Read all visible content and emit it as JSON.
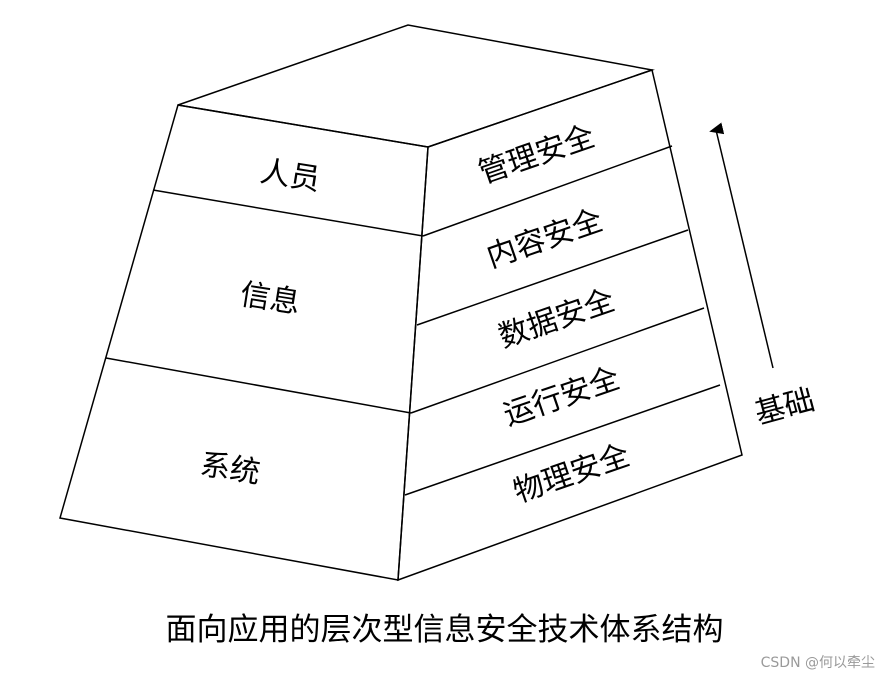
{
  "diagram": {
    "left_face_layers": [
      "人员",
      "信息",
      "系统"
    ],
    "right_face_layers": [
      "管理安全",
      "内容安全",
      "数据安全",
      "运行安全",
      "物理安全"
    ],
    "arrow_label": "基础"
  },
  "caption": "面向应用的层次型信息安全技术体系结构",
  "watermark": "CSDN @何以牵尘",
  "colors": {
    "stroke": "#000000",
    "background": "#ffffff",
    "watermark": "#9a9a9a"
  }
}
